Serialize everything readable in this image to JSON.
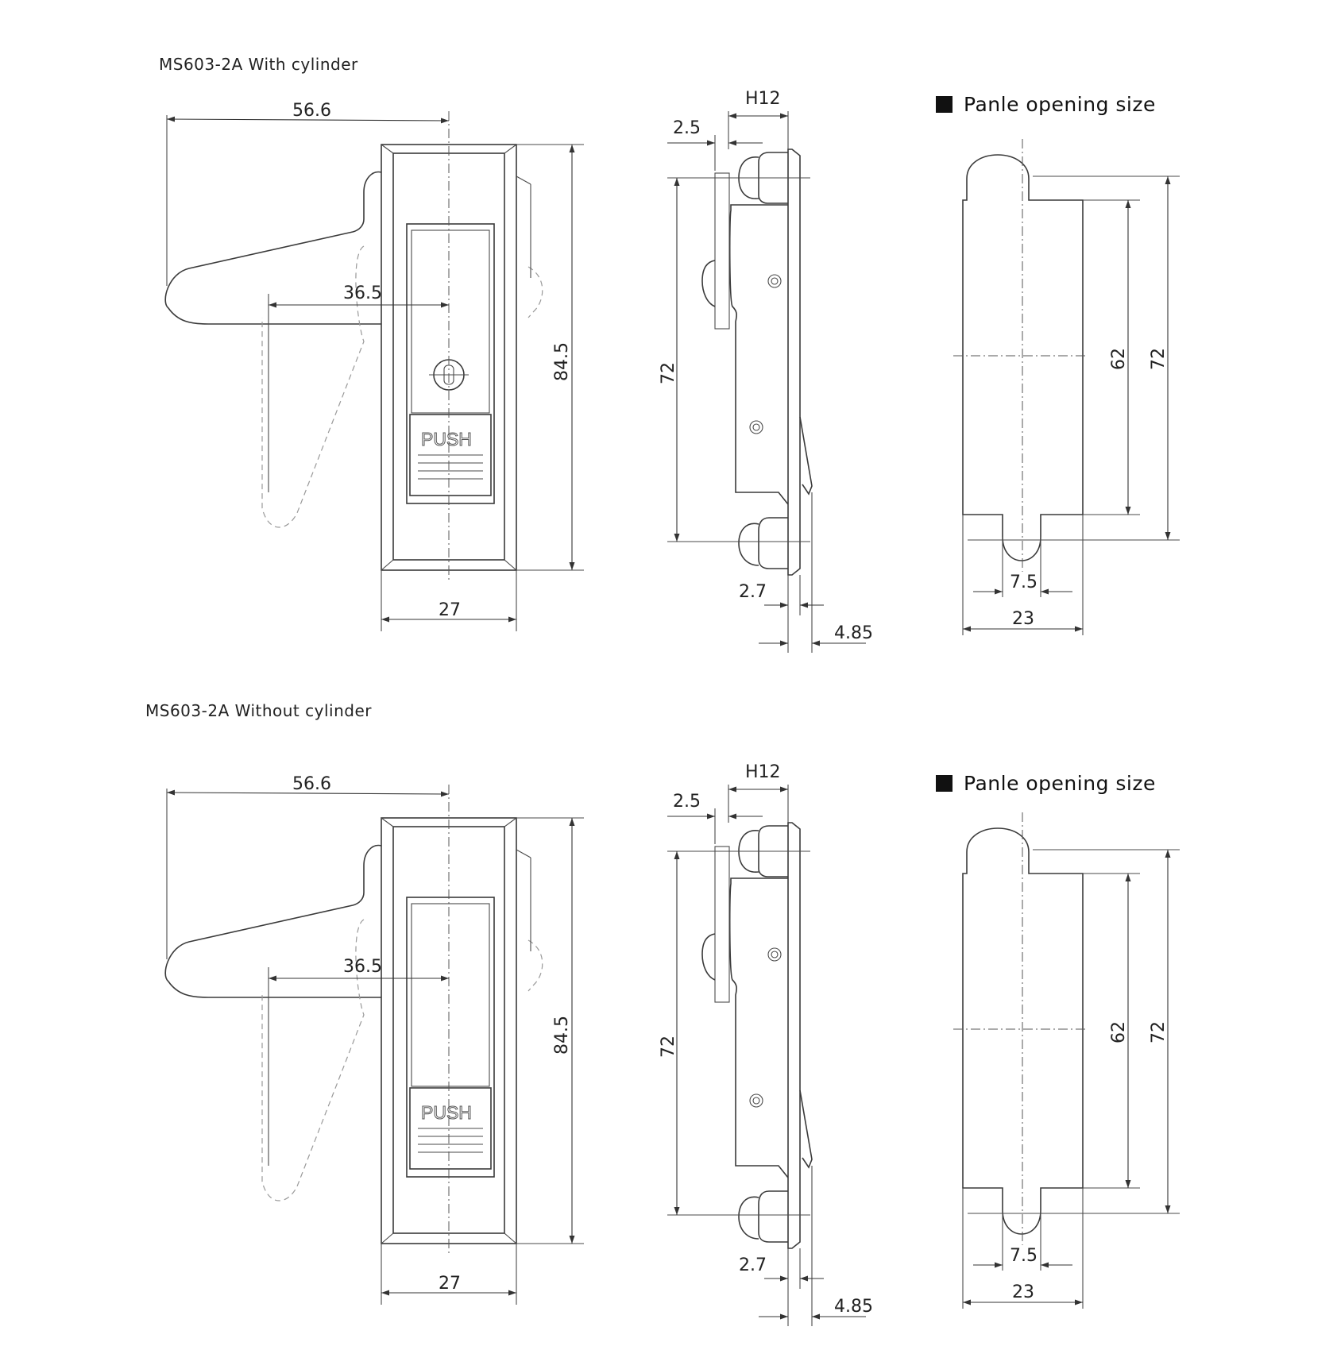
{
  "sections": [
    {
      "title": "MS603-2A With cylinder",
      "has_cylinder": true,
      "front": {
        "width_total": "56.6",
        "handle_reach": "36.5",
        "height": "84.5",
        "bezel_width": "27",
        "button_label": "PUSH"
      },
      "side": {
        "flange": "H12",
        "plate": "2.5",
        "fixing_pitch": "72",
        "bottom_a": "2.7",
        "bottom_b": "4.85"
      },
      "opening": {
        "header": "Panle opening size",
        "inner_height": "62",
        "outer_height": "72",
        "notch_width": "7.5",
        "width": "23"
      }
    },
    {
      "title": "MS603-2A Without cylinder",
      "has_cylinder": false,
      "front": {
        "width_total": "56.6",
        "handle_reach": "36.5",
        "height": "84.5",
        "bezel_width": "27",
        "button_label": "PUSH"
      },
      "side": {
        "flange": "H12",
        "plate": "2.5",
        "fixing_pitch": "72",
        "bottom_a": "2.7",
        "bottom_b": "4.85"
      },
      "opening": {
        "header": "Panle opening size",
        "inner_height": "62",
        "outer_height": "72",
        "notch_width": "7.5",
        "width": "23"
      }
    }
  ]
}
